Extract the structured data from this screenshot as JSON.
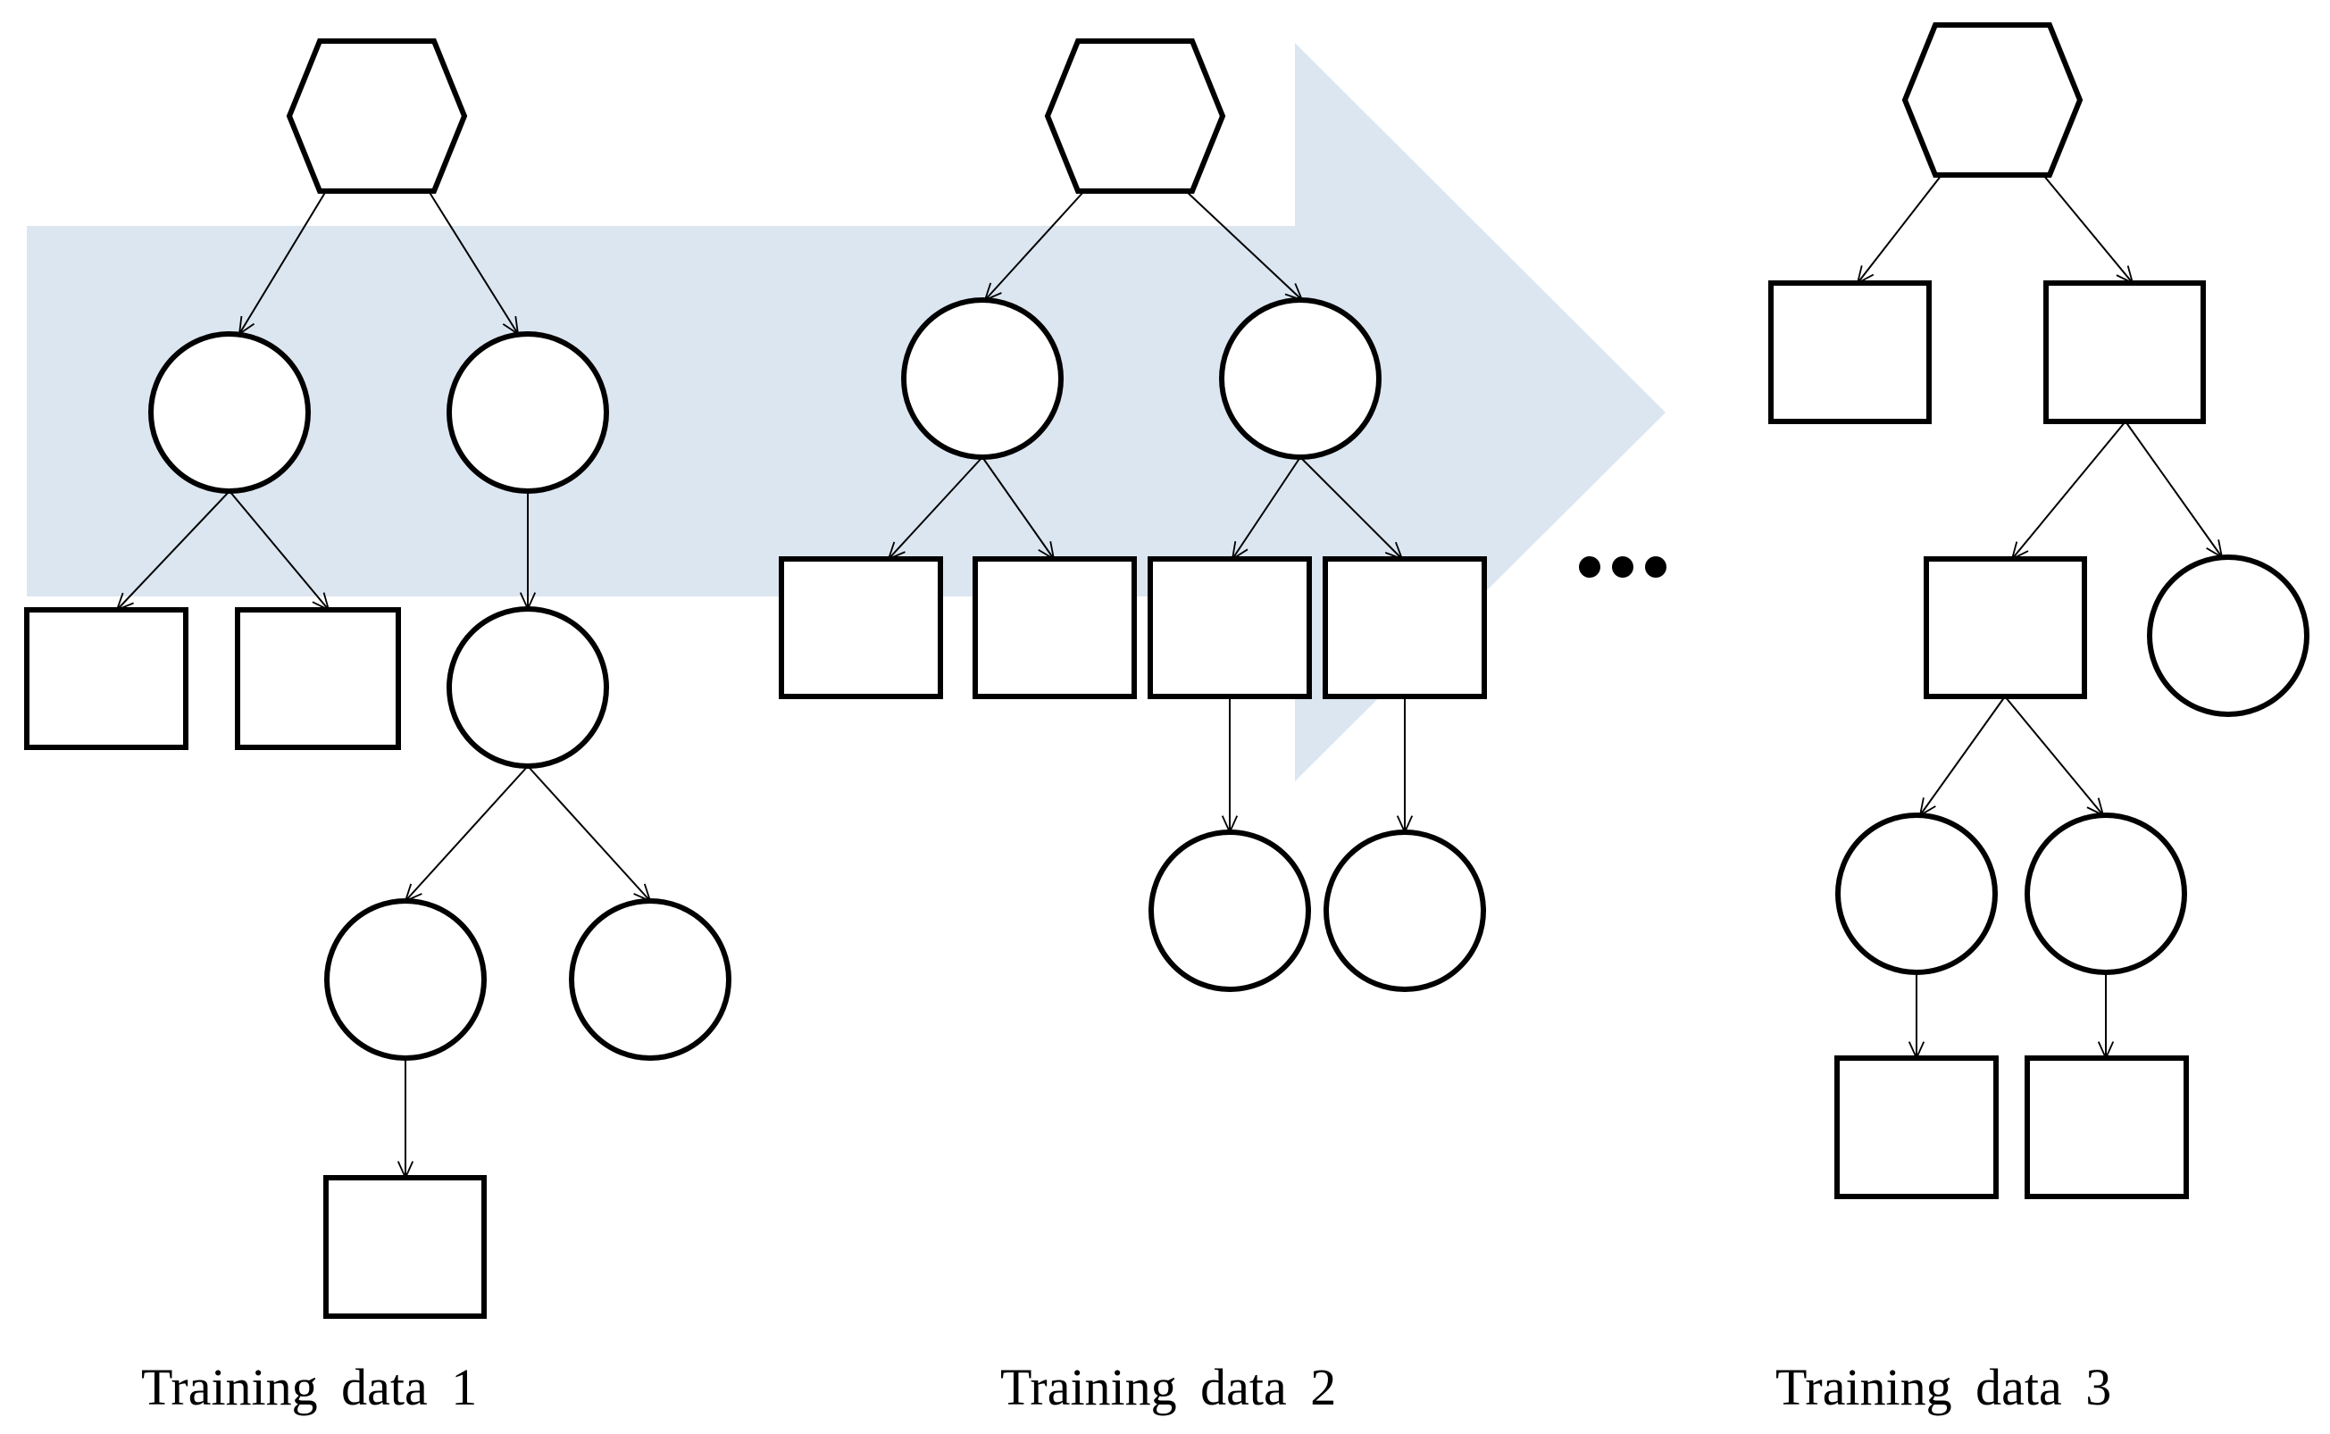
{
  "colors": {
    "arrow_fill": "#dce6f1",
    "stroke": "#000000",
    "node_fill": "#ffffff"
  },
  "captions": {
    "tree1": "Training data 1",
    "tree2": "Training data 2",
    "tree3": "Training data 3"
  },
  "nodes": {
    "tree1": {
      "root": "hexagon",
      "children": [
        "circle",
        "circle"
      ]
    },
    "tree2": {
      "root": "hexagon",
      "children": [
        "circle",
        "circle"
      ]
    },
    "tree3": {
      "root": "hexagon",
      "children": [
        "square",
        "square"
      ]
    }
  },
  "continuation_icon": "ellipsis-dots-icon"
}
